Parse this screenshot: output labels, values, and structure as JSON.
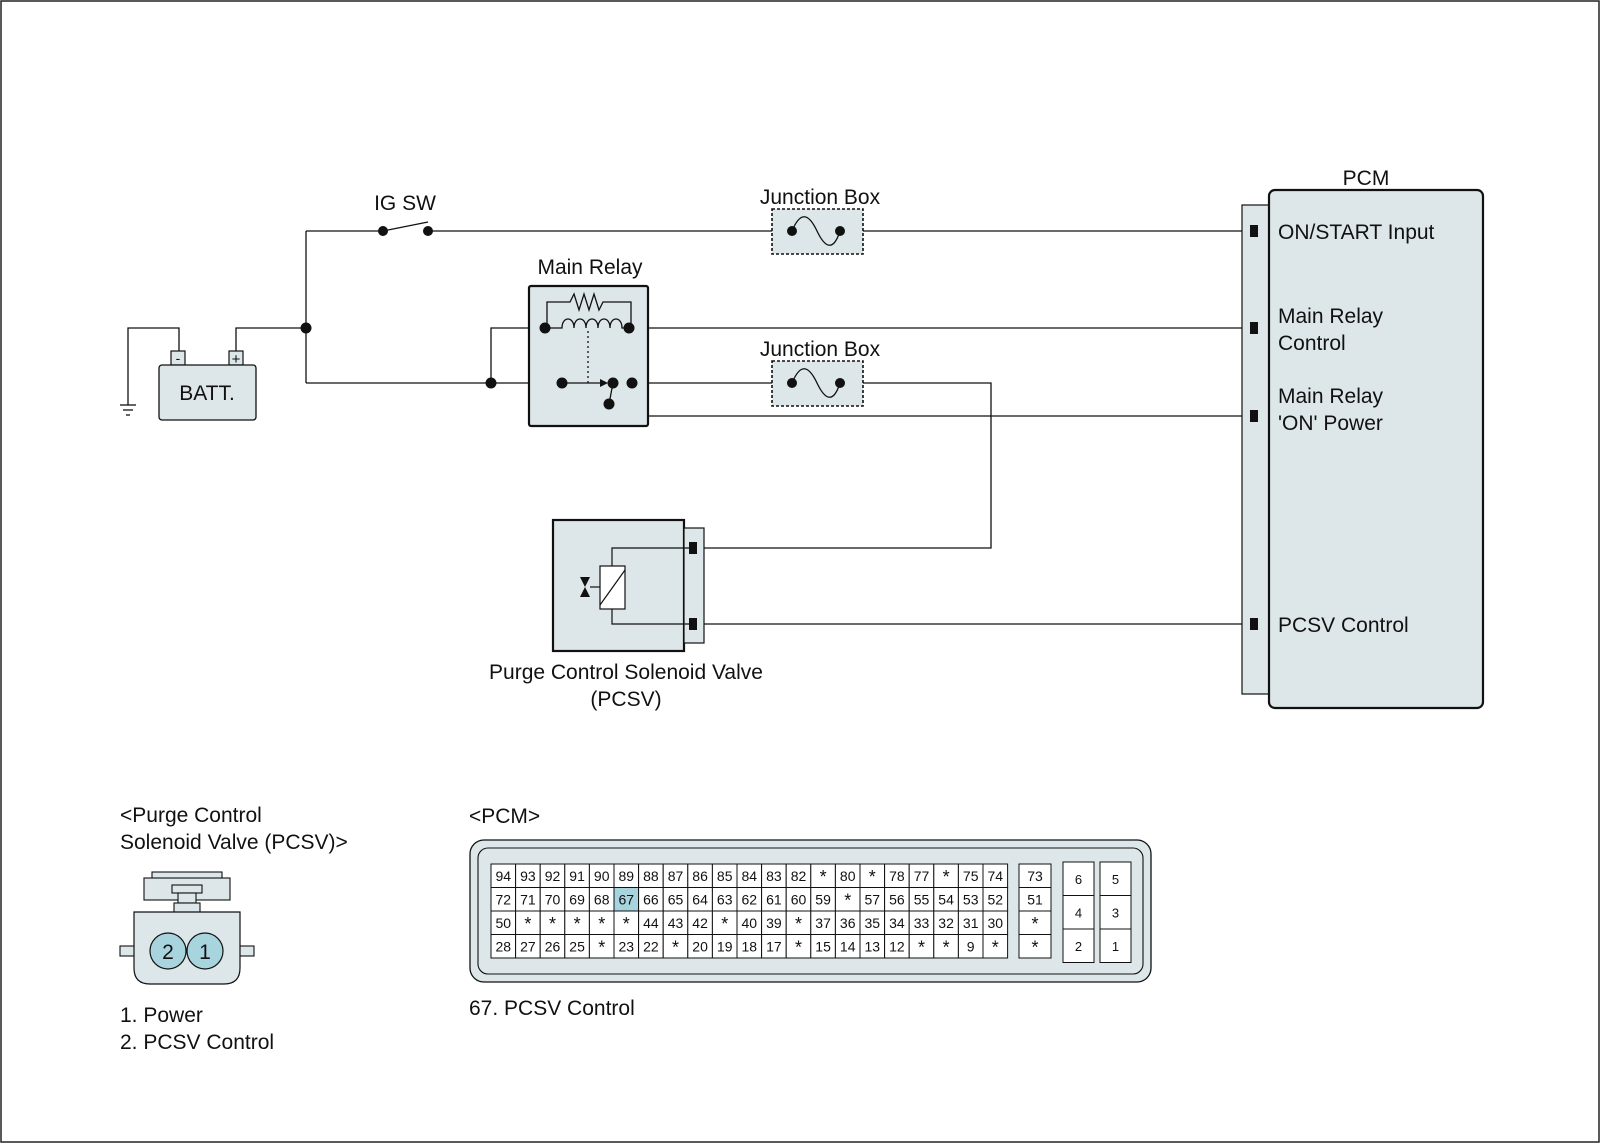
{
  "labels": {
    "ig_sw": "IG SW",
    "junction_box_1": "Junction Box",
    "junction_box_2": "Junction Box",
    "main_relay": "Main Relay",
    "battery": "BATT.",
    "battery_minus": "-",
    "battery_plus": "+",
    "pcm": "PCM",
    "pcsv_name_line1": "Purge Control Solenoid Valve",
    "pcsv_name_line2": "(PCSV)"
  },
  "pcm_pins": {
    "on_start": "ON/START Input",
    "main_relay_control_1": "Main Relay",
    "main_relay_control_2": "Control",
    "main_relay_on_power_1": "Main Relay",
    "main_relay_on_power_2": "'ON' Power",
    "pcsv_control": "PCSV Control"
  },
  "pcsv_connector": {
    "title_line1": "<Purge Control",
    "title_line2": "Solenoid Valve (PCSV)>",
    "pin_left": "2",
    "pin_right": "1",
    "legend_1": "1. Power",
    "legend_2": "2. PCSV Control"
  },
  "pcm_connector": {
    "title": "<PCM>",
    "highlight": "67",
    "rows": [
      [
        "94",
        "93",
        "92",
        "91",
        "90",
        "89",
        "88",
        "87",
        "86",
        "85",
        "84",
        "83",
        "82",
        "*",
        "80",
        "*",
        "78",
        "77",
        "*",
        "75",
        "74"
      ],
      [
        "72",
        "71",
        "70",
        "69",
        "68",
        "67",
        "66",
        "65",
        "64",
        "63",
        "62",
        "61",
        "60",
        "59",
        "*",
        "57",
        "56",
        "55",
        "54",
        "53",
        "52"
      ],
      [
        "50",
        "*",
        "*",
        "*",
        "*",
        "*",
        "44",
        "43",
        "42",
        "*",
        "40",
        "39",
        "*",
        "37",
        "36",
        "35",
        "34",
        "33",
        "32",
        "31",
        "30"
      ],
      [
        "28",
        "27",
        "26",
        "25",
        "*",
        "23",
        "22",
        "*",
        "20",
        "19",
        "18",
        "17",
        "*",
        "15",
        "14",
        "13",
        "12",
        "*",
        "*",
        "9",
        "*"
      ]
    ],
    "col73": [
      "73",
      "51",
      "*",
      "*"
    ],
    "right_left": [
      "6",
      "4",
      "2"
    ],
    "right_right": [
      "5",
      "3",
      "1"
    ],
    "legend": "67. PCSV Control"
  },
  "colors": {
    "line": "#111111",
    "box_fill": "#dde6e8",
    "pin_fill": "#a8d4de",
    "highlight_fill": "#a8d4de"
  }
}
